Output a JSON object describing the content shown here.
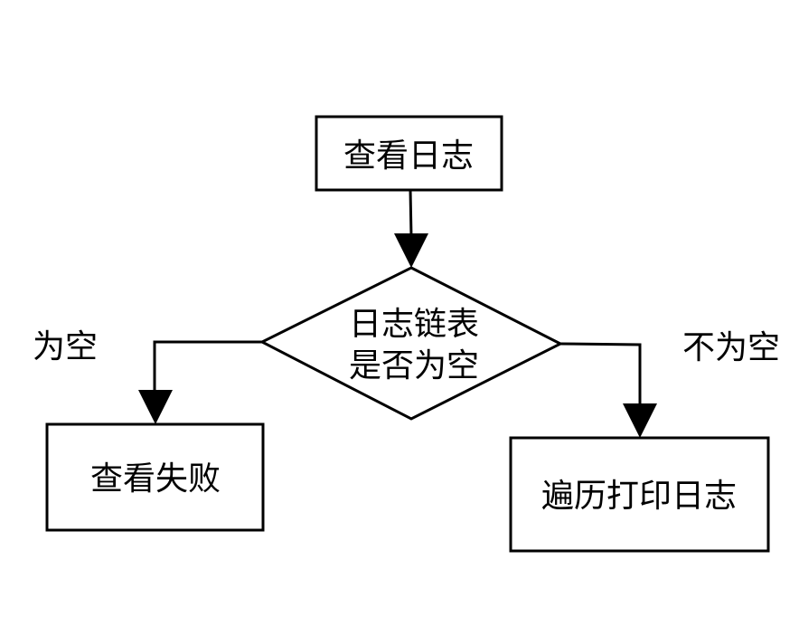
{
  "nodes": {
    "start": "查看日志",
    "decision": {
      "line1": "日志链表",
      "line2": "是否为空"
    },
    "fail": "查看失败",
    "traverse": "遍历打印日志"
  },
  "edges": {
    "empty": "为空",
    "not_empty": "不为空"
  },
  "colors": {
    "stroke": "#000000",
    "fill": "#ffffff",
    "text": "#000000"
  }
}
